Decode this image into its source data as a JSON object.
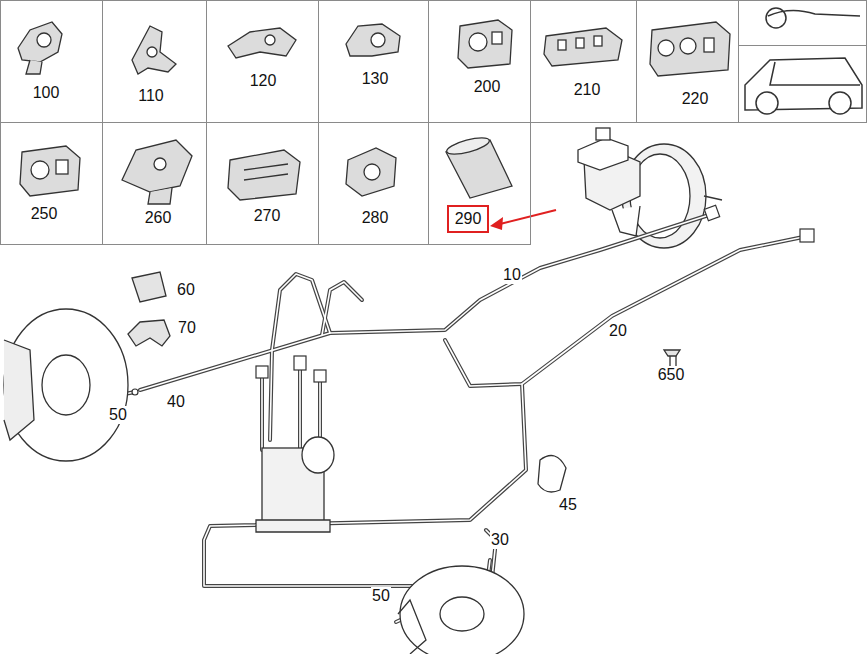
{
  "diagram": {
    "nodes": [
      {
        "text": [
          "100"
        ]
      },
      {
        "text": [
          "110"
        ]
      },
      {
        "text": [
          "120"
        ]
      },
      {
        "text": [
          "130"
        ]
      },
      {
        "text": [
          "200"
        ]
      },
      {
        "text": [
          "210"
        ]
      },
      {
        "text": [
          "220"
        ]
      },
      {
        "text": [
          "250"
        ]
      },
      {
        "text": [
          "260"
        ]
      },
      {
        "text": [
          "270"
        ]
      },
      {
        "text": [
          "280"
        ]
      },
      {
        "text": [
          "290"
        ]
      }
    ],
    "labels": [
      "10",
      "20",
      "30",
      "40",
      "45",
      "50",
      "50",
      "60",
      "70",
      "650"
    ]
  }
}
